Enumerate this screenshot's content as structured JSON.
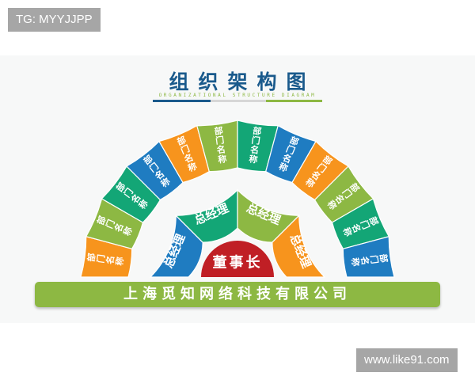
{
  "watermarks": {
    "top_left": "TG: MYYJJPP",
    "bottom_right": "www.like91.com"
  },
  "header": {
    "title": "组织架构图",
    "subtitle": "ORGANIZATIONAL STRUCTURE DIAGRAM",
    "line_colors": [
      "#1a5a8c",
      "#d6d6d6",
      "#8db843"
    ]
  },
  "colors": {
    "orange": "#f7941d",
    "olive": "#8db843",
    "teal": "#13a676",
    "blue": "#1f7cc1",
    "red": "#c01f25"
  },
  "center": {
    "label": "董事长",
    "color": "#c01f25"
  },
  "middle_ring": [
    {
      "label": "总经理",
      "color": "#1f7cc1"
    },
    {
      "label": "总经理",
      "color": "#13a676"
    },
    {
      "label": "总经理",
      "color": "#8db843"
    },
    {
      "label": "总经理",
      "color": "#f7941d"
    }
  ],
  "outer_ring": [
    {
      "label": "部门名称",
      "color": "#f7941d"
    },
    {
      "label": "部门名称",
      "color": "#8db843"
    },
    {
      "label": "部门名称",
      "color": "#13a676"
    },
    {
      "label": "部门名称",
      "color": "#1f7cc1"
    },
    {
      "label": "部门名称",
      "color": "#f7941d"
    },
    {
      "label": "部门名称",
      "color": "#8db843"
    },
    {
      "label": "部门名称",
      "color": "#13a676"
    },
    {
      "label": "部门名称",
      "color": "#1f7cc1"
    },
    {
      "label": "部门名称",
      "color": "#f7941d"
    },
    {
      "label": "部门名称",
      "color": "#8db843"
    },
    {
      "label": "部门名称",
      "color": "#13a676"
    },
    {
      "label": "部门名称",
      "color": "#1f7cc1"
    }
  ],
  "company": "上海觅知网络科技有限公司"
}
